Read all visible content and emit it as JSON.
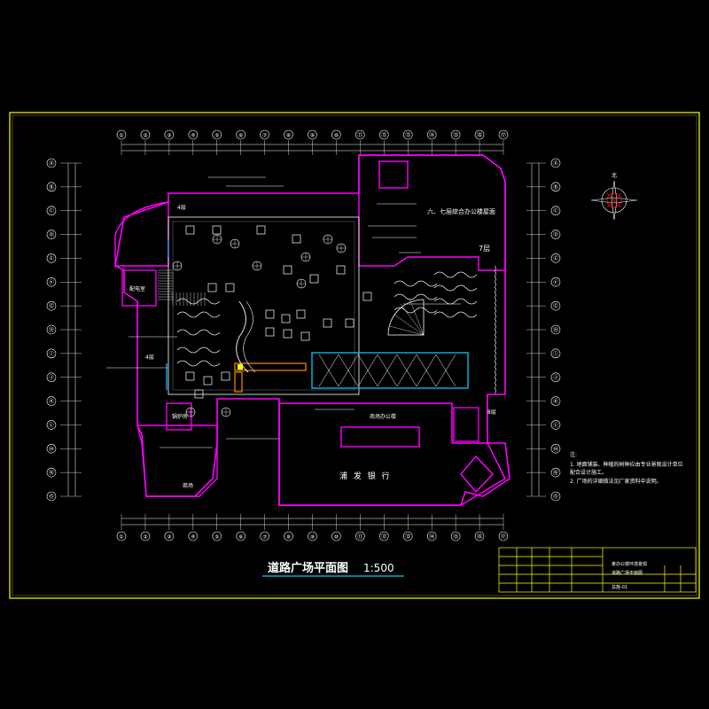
{
  "drawing": {
    "title": "道路广场平面图",
    "scale": "1:500",
    "grid_columns": [
      "①",
      "②",
      "③",
      "④",
      "⑤",
      "⑥",
      "⑦",
      "⑧",
      "⑨",
      "⑩",
      "⑪",
      "⑫",
      "⑬",
      "⑭",
      "⑮",
      "⑯",
      "⑰"
    ],
    "grid_rows": [
      "Ⓐ",
      "Ⓑ",
      "Ⓒ",
      "Ⓓ",
      "Ⓔ",
      "Ⓕ",
      "Ⓖ",
      "Ⓗ",
      "Ⓘ",
      "Ⓙ",
      "Ⓚ",
      "Ⓛ",
      "Ⓜ",
      "Ⓝ",
      "Ⓞ"
    ]
  },
  "buildings": {
    "tower_label": "六、七层综合办公楼屋面",
    "floor7": "7层",
    "floor4": "4层",
    "floor8": "8层",
    "bank": "浦 发 银 行",
    "office": "商场办公楼",
    "small1": "配电室",
    "small2": "锅炉房",
    "small3": "商场"
  },
  "notes": {
    "heading": "注:",
    "line1": "1. 地面铺装、种植的树种应由专业景观设计单位",
    "line1b": "   配合设计施工。",
    "line2": "2. 广场的详细做法见厂家资料中说明。"
  },
  "title_block": {
    "project": "某办公楼环境景观",
    "sheet": "道路广场平面图",
    "number": "总施-01"
  },
  "colors": {
    "background": "#000000",
    "frame": "#ffff00",
    "building": "#ff00ff",
    "lines": "#ffffff",
    "water": "#00c8ff",
    "title": "#ffffff"
  }
}
